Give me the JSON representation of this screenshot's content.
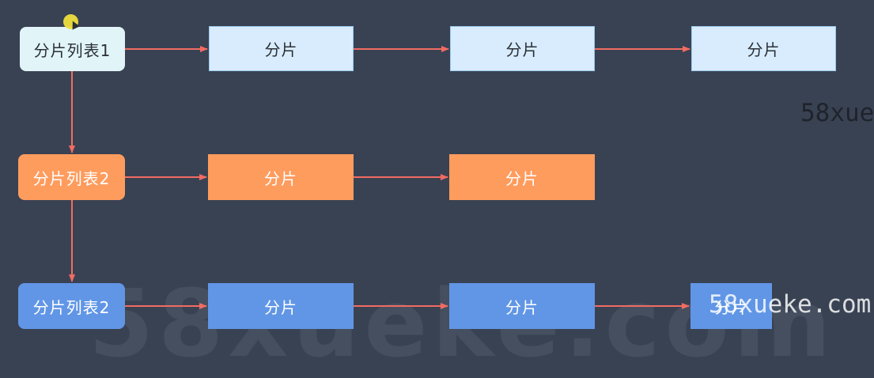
{
  "diagram": {
    "rows": [
      {
        "head": "分片列表1",
        "cells": [
          "分片",
          "分片",
          "分片"
        ]
      },
      {
        "head": "分片列表2",
        "cells": [
          "分片",
          "分片"
        ]
      },
      {
        "head": "分片列表2",
        "cells": [
          "分片",
          "分片",
          "分片"
        ]
      }
    ]
  },
  "watermarks": {
    "side": "58xue",
    "big": "58xueke.com",
    "small": "58xueke.com"
  },
  "colors": {
    "background": "#394253",
    "arrow": "#f26b62",
    "row1_fill": "#d8ecfd",
    "row2_fill": "#fe9c5e",
    "row3_fill": "#6196e6"
  }
}
